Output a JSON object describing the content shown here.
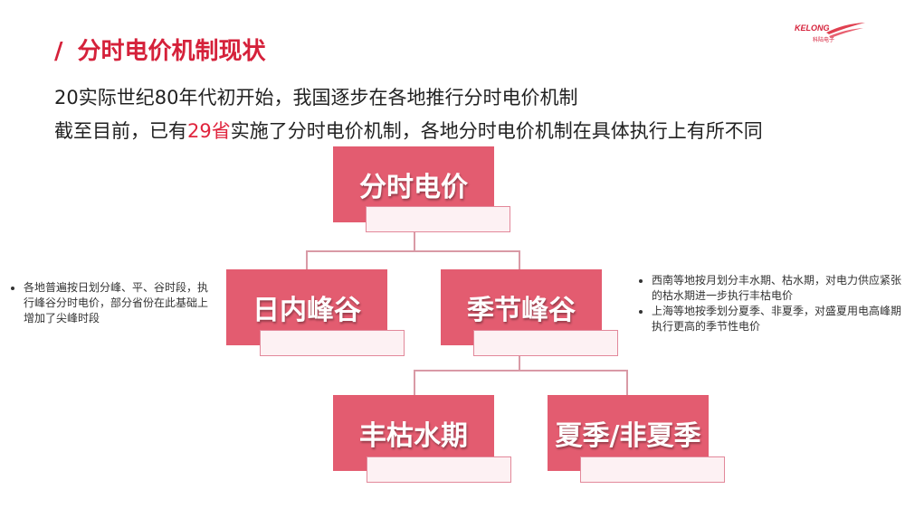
{
  "logo": {
    "brand": "KELONG",
    "sub": "科陆电子"
  },
  "title": {
    "slash": "/",
    "text": "分时电价机制现状"
  },
  "intro": {
    "line1": "20实际世纪80年代初开始，我国逐步在各地推行分时电价机制",
    "line2_pre": "截至目前，已有",
    "line2_hl": "29省",
    "line2_post": "实施了分时电价机制，各地分时电价机制在具体执行上有所不同"
  },
  "tree": {
    "root": "分时电价",
    "left": "日内峰谷",
    "right": "季节峰谷",
    "child1": "丰枯水期",
    "child2": "夏季/非夏季"
  },
  "notes_left": [
    "各地普遍按日划分峰、平、谷时段，执行峰谷分时电价，部分省份在此基础上增加了尖峰时段"
  ],
  "notes_right": [
    "西南等地按月划分丰水期、枯水期，对电力供应紧张的枯水期进一步执行丰枯电价",
    "上海等地按季划分夏季、非夏季，对盛夏用电高峰期执行更高的季节性电价"
  ],
  "colors": {
    "accent": "#d5213a",
    "box": "#e35c70"
  }
}
